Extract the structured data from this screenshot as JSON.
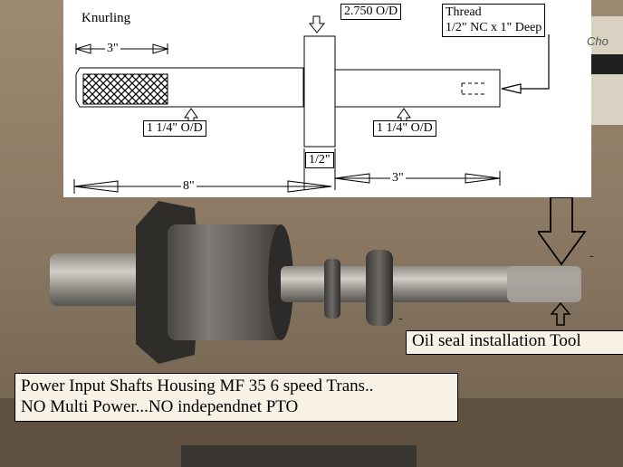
{
  "drawing": {
    "knurling_label": "Knurling",
    "knurl_length": "3\"",
    "collar_od": "2.750 O/D",
    "thread_label_1": "Thread",
    "thread_label_2": "1/2\" NC x 1\" Deep",
    "left_od": "1 1/4\" O/D",
    "right_od": "1 1/4\" O/D",
    "collar_width": "1/2\"",
    "left_length": "8\"",
    "right_length": "3\""
  },
  "photo": {
    "tool_caption": "Oil seal installation Tool",
    "main_caption_line1": "Power Input Shafts Housing MF 35 6 speed Trans..",
    "main_caption_line2": "NO Multi Power...NO independnet PTO",
    "box_text": "Cho",
    "dash_marks": [
      "-",
      "-"
    ]
  },
  "colors": {
    "background_wall": "#8a7a66",
    "bench": "#5f5040",
    "metal_light": "#b4b0a8",
    "metal_dark": "#5a5854",
    "caption_bg": "#f7f1e6"
  }
}
